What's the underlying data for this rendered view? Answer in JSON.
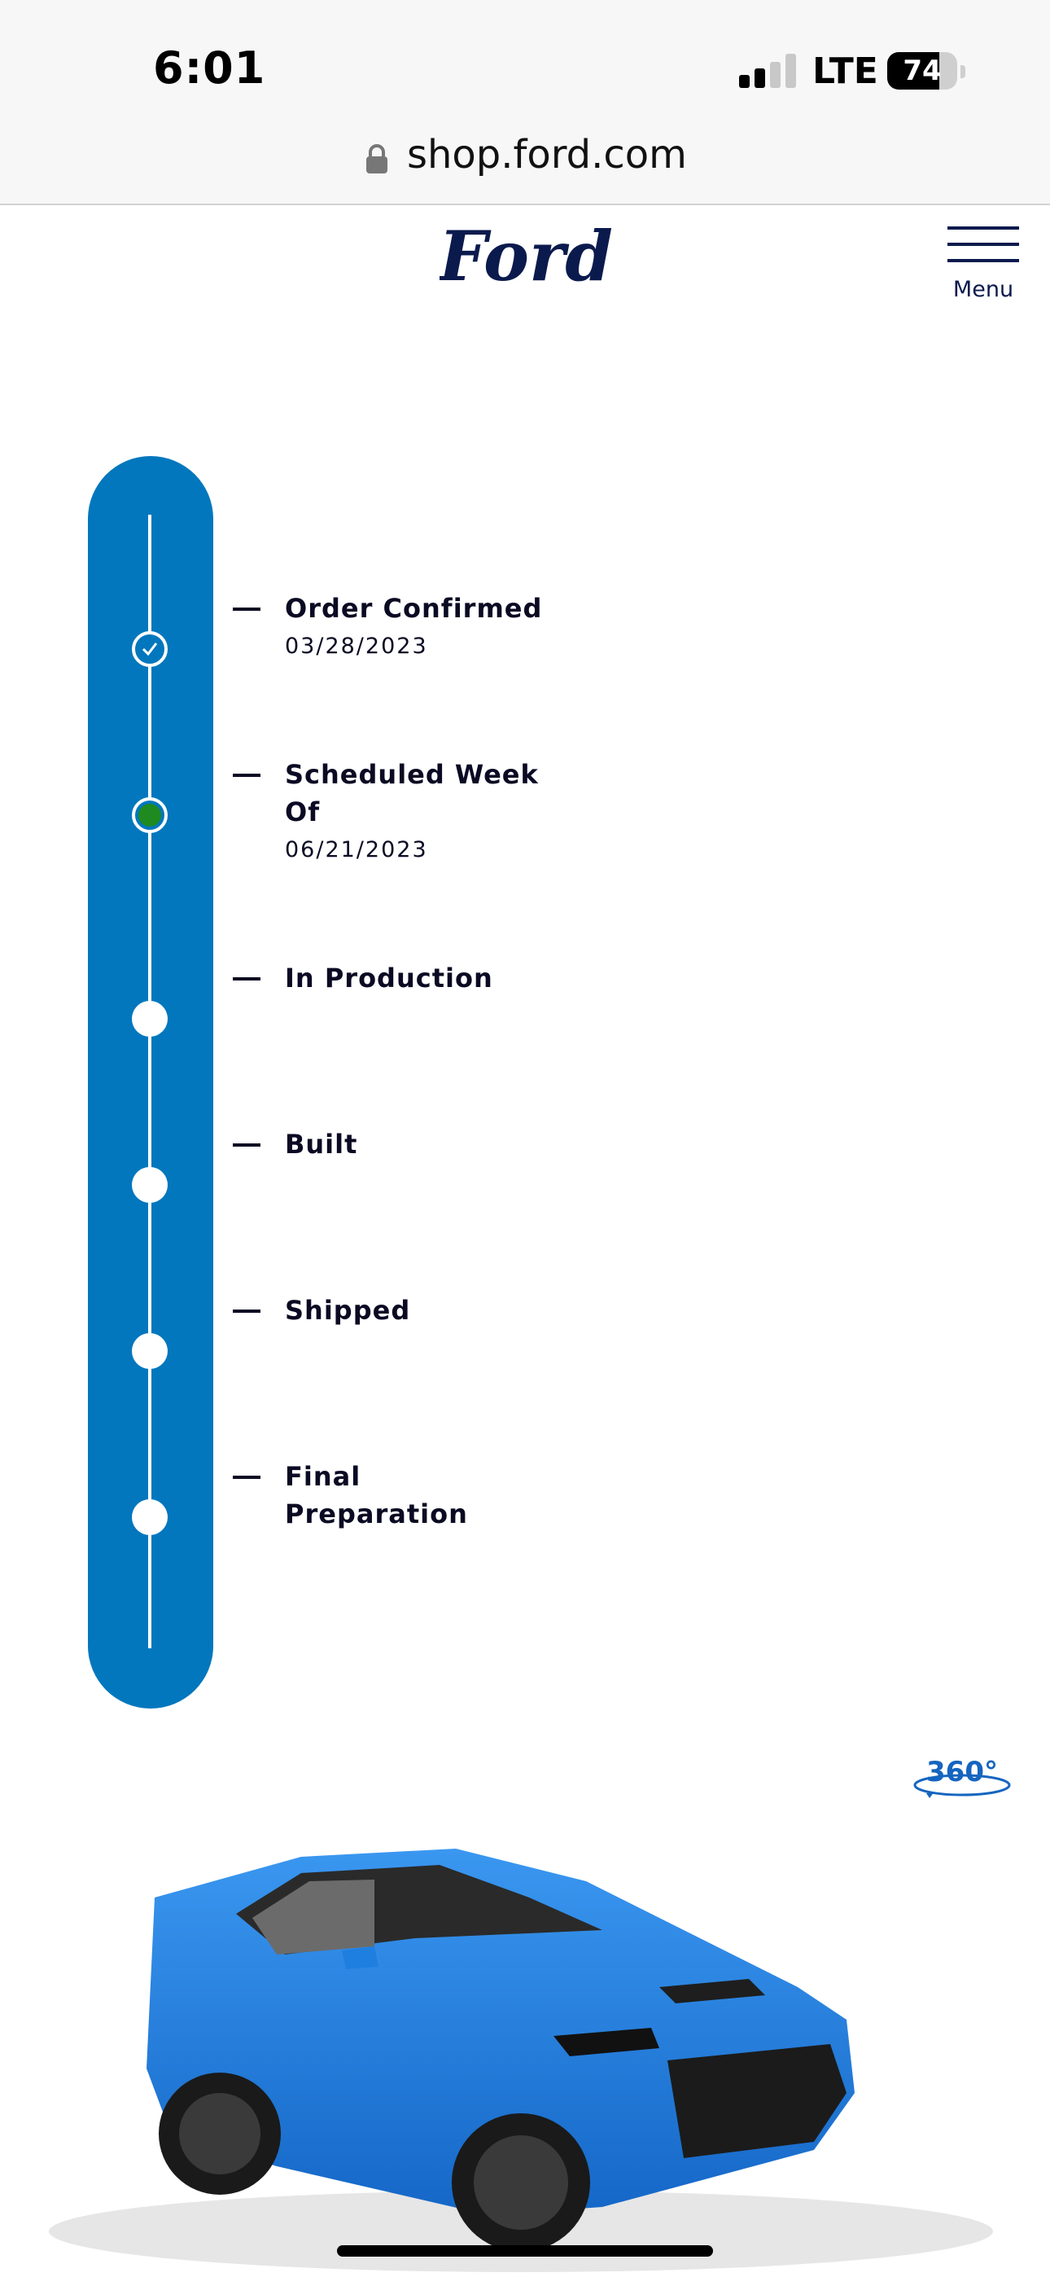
{
  "status_bar": {
    "time": "6:01",
    "network": "LTE",
    "battery": "74",
    "battery_level": 0.74,
    "signal_bars_active": 2,
    "signal_bars_total": 4
  },
  "browser": {
    "url": "shop.ford.com",
    "lock_icon": "lock-icon"
  },
  "header": {
    "logo_text": "Ford",
    "menu_label": "Menu",
    "brand_color": "#0b1a4d"
  },
  "timeline": {
    "accent_color": "#0277bd",
    "current_color": "#1f8a1f",
    "steps": [
      {
        "title": "Order Confirmed",
        "date": "03/28/2023",
        "state": "complete"
      },
      {
        "title": "Scheduled Week Of",
        "date": "06/21/2023",
        "state": "current"
      },
      {
        "title": "In Production",
        "date": "",
        "state": "pending"
      },
      {
        "title": "Built",
        "date": "",
        "state": "pending"
      },
      {
        "title": "Shipped",
        "date": "",
        "state": "pending"
      },
      {
        "title": "Final Preparation",
        "date": "",
        "state": "pending"
      }
    ]
  },
  "vehicle": {
    "view_360_label": "360°",
    "image_icon": "car-image",
    "color": "#1f7fe0"
  }
}
